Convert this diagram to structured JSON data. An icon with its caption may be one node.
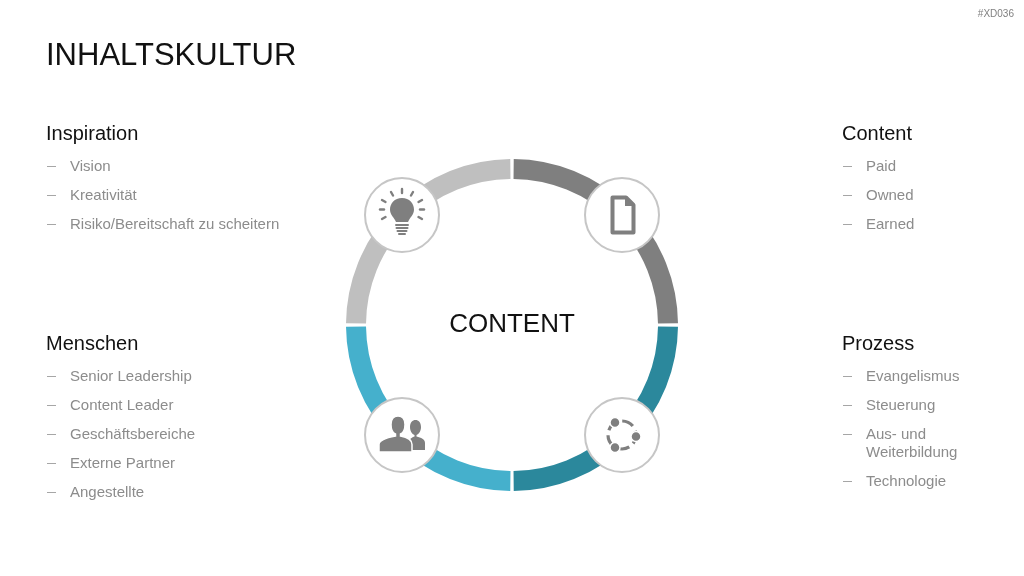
{
  "diagram": {
    "title": "INHALTSKULTUR",
    "nodes": [
      {
        "text": [
          "CONTENT"
        ]
      }
    ],
    "labels": [
      "#XD036",
      "Inspiration",
      "Vision",
      "Kreativität",
      "Risiko/Bereitschaft zu scheitern",
      "Content",
      "Paid",
      "Owned",
      "Earned",
      "Menschen",
      "Senior Leadership",
      "Content Leader",
      "Geschäftsbereiche",
      "Externe Partner",
      "Angestellte",
      "Prozess",
      "Evangelismus",
      "Steuerung",
      "Aus- und Weiterbildung",
      "Technologie"
    ]
  }
}
